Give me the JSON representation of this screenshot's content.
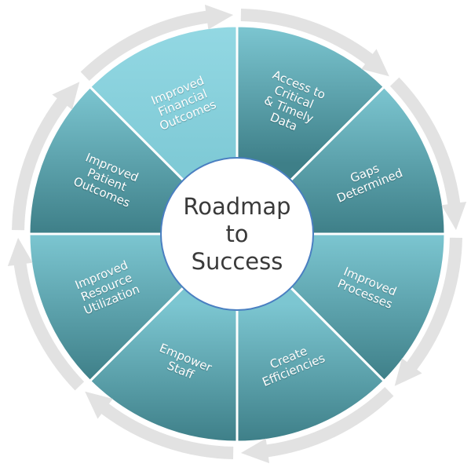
{
  "title_lines": [
    "Roadmap",
    "to",
    "Success"
  ],
  "segments": [
    {
      "label": "Access to Critical & Timely Data",
      "lines": [
        "Access to",
        "Critical",
        "& Timely",
        "Data"
      ]
    },
    {
      "label": "Gaps Determined",
      "lines": [
        "Gaps",
        "Determined"
      ]
    },
    {
      "label": "Improved Processes",
      "lines": [
        "Improved",
        "Processes"
      ]
    },
    {
      "label": "Create Efficiencies",
      "lines": [
        "Create",
        "Efficiencies"
      ]
    },
    {
      "label": "Empower Staff",
      "lines": [
        "Empower",
        "Staff"
      ]
    },
    {
      "label": "Improved Resource Utilization",
      "lines": [
        "Improved",
        "Resource",
        "Utilization"
      ]
    },
    {
      "label": "Improved Patient Outcomes",
      "lines": [
        "Improved",
        "Patient",
        "Outcomes"
      ]
    },
    {
      "label": "Improved Financial Outcomes",
      "lines": [
        "Improved",
        "Financial",
        "Outcomes"
      ]
    }
  ],
  "colors": {
    "light": "#7cc6d1",
    "dark": "#3e7f88",
    "highlight": "#93d8e3",
    "arrow": "#e2e2e2",
    "center_border": "#4a7fc1",
    "text": "#3a3a3a"
  }
}
